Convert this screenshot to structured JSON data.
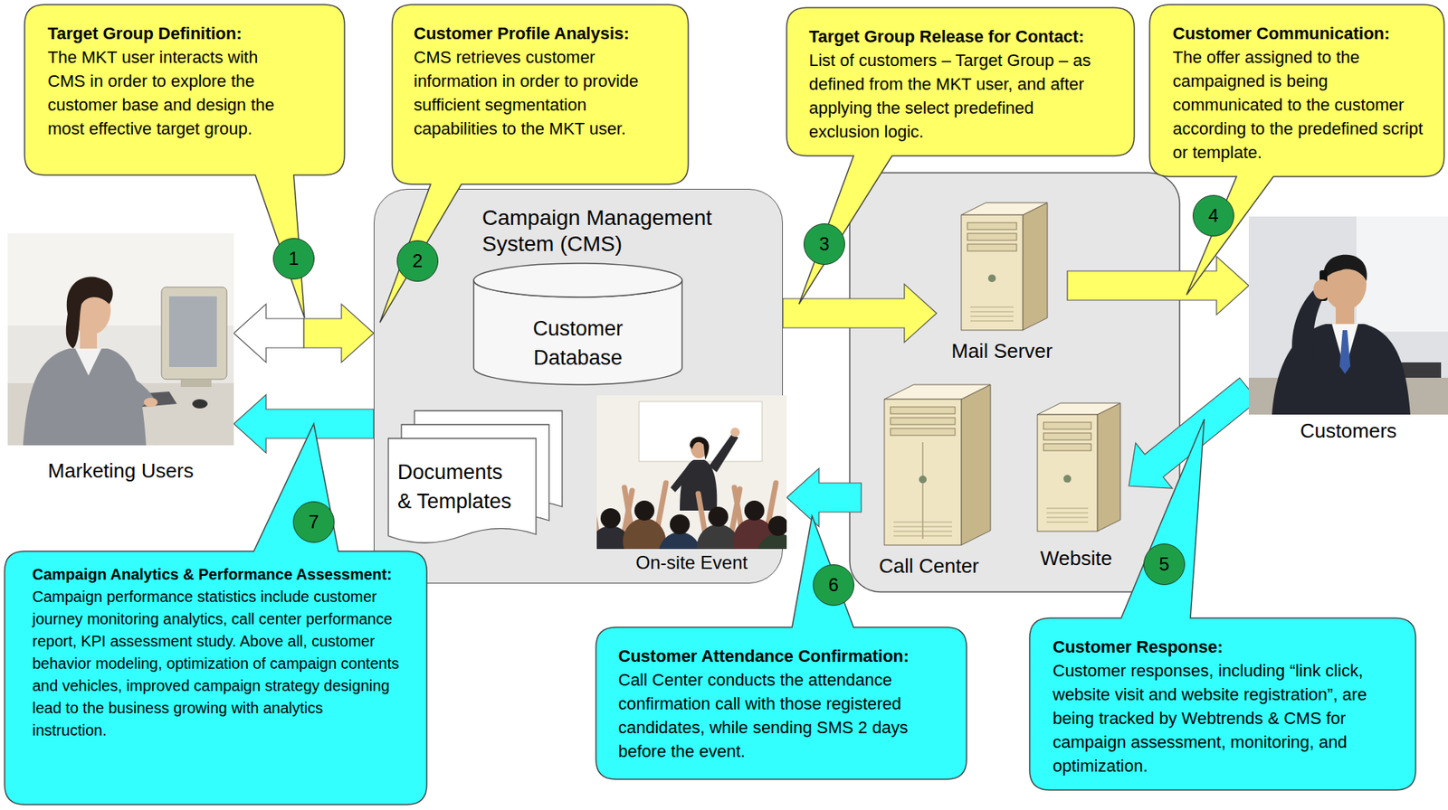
{
  "diagram": {
    "nodes": [
      {
        "text": [
          "Target Group Definition:",
          "The MKT user interacts with CMS in order to explore the customer base and design the most effective target group."
        ]
      },
      {
        "text": [
          "Customer Profile Analysis:",
          "CMS retrieves customer information in order to provide sufficient segmentation capabilities to the MKT user."
        ]
      },
      {
        "text": [
          "Target Group Release for Contact:",
          "List of customers – Target Group – as defined from the MKT user, and after applying the select predefined exclusion logic."
        ]
      },
      {
        "text": [
          "Customer Communication:",
          "The offer assigned to the campaigned is being communicated to the customer according to the predefined script or template."
        ]
      },
      {
        "text": [
          "Marketing Users"
        ]
      },
      {
        "text": [
          "Campaign Management System (CMS)"
        ]
      },
      {
        "text": [
          "Customer Database"
        ],
        "in": 5
      },
      {
        "text": [
          "Documents & Templates"
        ],
        "in": 5
      },
      {
        "text": [
          "On-site Event"
        ],
        "in": 5
      },
      {
        "text": [
          "Mail Server"
        ]
      },
      {
        "text": [
          "Call Center"
        ]
      },
      {
        "text": [
          "Website"
        ]
      },
      {
        "text": [
          "Customers"
        ]
      },
      {
        "text": [
          "Campaign Analytics & Performance Assessment:",
          "Campaign performance statistics include customer journey monitoring analytics, call center performance report, KPI assessment study. Above all, customer behavior modeling, optimization of campaign contents and vehicles, improved campaign strategy designing lead to the business growing with analytics instruction."
        ]
      },
      {
        "text": [
          "Customer Attendance Confirmation:",
          "Call Center conducts the attendance confirmation call with those registered candidates, while sending SMS 2 days before the event."
        ]
      },
      {
        "text": [
          "Customer Response:",
          "Customer responses, including “link click, website visit and website registration”, are being tracked by Webtrends & CMS for campaign assessment, monitoring, and optimization."
        ]
      }
    ],
    "edges": [
      {
        "from": 4,
        "to": 5,
        "arrow": "both"
      },
      {
        "from": 5,
        "to": 9,
        "arrow": "to"
      },
      {
        "from": 9,
        "to": 12,
        "arrow": "to"
      },
      {
        "from": 12,
        "to": 11,
        "arrow": "to"
      },
      {
        "from": 10,
        "to": 8,
        "arrow": "to"
      },
      {
        "from": 5,
        "to": 4,
        "arrow": "to"
      }
    ],
    "labels": [
      "1",
      "2",
      "3",
      "4",
      "5",
      "6",
      "7"
    ]
  }
}
